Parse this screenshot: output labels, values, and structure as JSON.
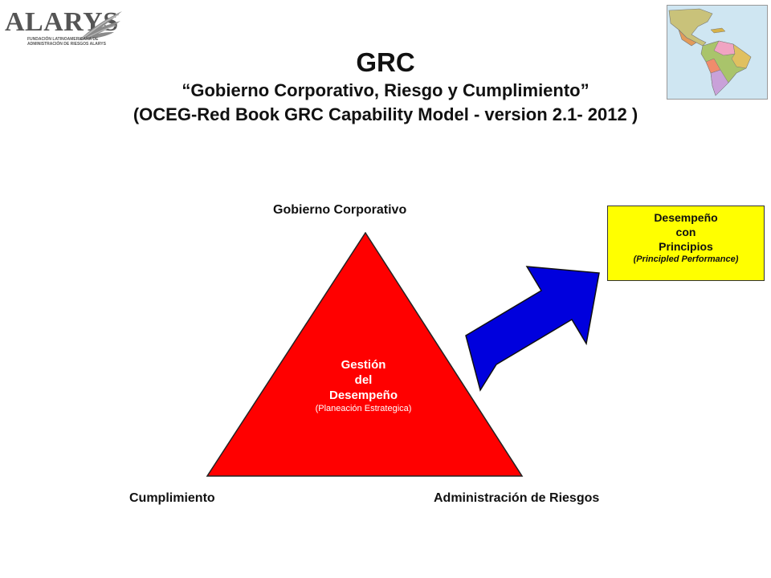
{
  "logo": {
    "wordmark": "ALARYS",
    "tagline_1": "FUNDACIÓN LATINOAMERICANA DE",
    "tagline_2": "ADMINISTRACIÓN DE RIESGOS ALARYS"
  },
  "title": {
    "main": "GRC",
    "subtitle": "“Gobierno Corporativo, Riesgo y Cumplimiento”",
    "source": "(OCEG-Red Book GRC Capability Model - version 2.1- 2012 )"
  },
  "diagram": {
    "top_label": "Gobierno Corporativo",
    "left_label": "Cumplimiento",
    "right_label": "Administración de Riesgos",
    "center": {
      "line1": "Gestión",
      "line2": "del",
      "line3": "Desempeño",
      "line4": "(Planeación Estrategica)"
    },
    "result": {
      "line1": "Desempeño",
      "line2": "con",
      "line3": "Principios",
      "line4": "(Principled Performance)"
    }
  },
  "colors": {
    "triangle_fill": "#ff0000",
    "arrow_fill": "#0000dd",
    "result_box_fill": "#ffff00"
  },
  "icons": {
    "logo_wing": "wing-icon",
    "map": "latin-america-map-icon"
  }
}
